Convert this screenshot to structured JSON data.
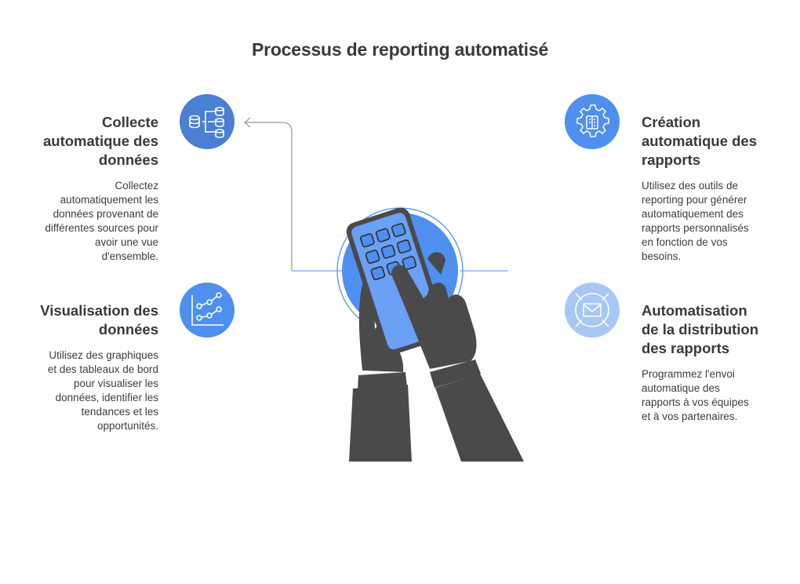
{
  "title": "Processus de reporting automatisé",
  "steps": [
    {
      "heading_lines": [
        "Collecte",
        "automatique des",
        "données"
      ],
      "description_lines": [
        "Collectez",
        "automatiquement les",
        "données provenant de",
        "différentes sources pour",
        "avoir une vue",
        "d'ensemble."
      ],
      "icon": "database-icon",
      "color": "#4a7fd4"
    },
    {
      "heading_lines": [
        "Visualisation des",
        "données"
      ],
      "description_lines": [
        "Utilisez des graphiques",
        "et des tableaux de bord",
        "pour visualiser les",
        "données, identifier les",
        "tendances et les",
        "opportunités."
      ],
      "icon": "line-chart-icon",
      "color": "#4f8fef"
    },
    {
      "heading_lines": [
        "Création",
        "automatique des",
        "rapports"
      ],
      "description_lines": [
        "Utilisez des outils de",
        "reporting pour générer",
        "automatiquement des",
        "rapports personnalisés",
        "en fonction de vos",
        "besoins."
      ],
      "icon": "gear-document-icon",
      "color": "#4f8fef"
    },
    {
      "heading_lines": [
        "Automatisation",
        "de la distribution",
        "des rapports"
      ],
      "description_lines": [
        "Programmez l'envoi",
        "automatique des",
        "rapports à vos équipes",
        "et à vos partenaires."
      ],
      "icon": "envelope-icon",
      "color": "#a9c7f5"
    }
  ],
  "center_illustration": "hand-tapping-calculator-icon"
}
